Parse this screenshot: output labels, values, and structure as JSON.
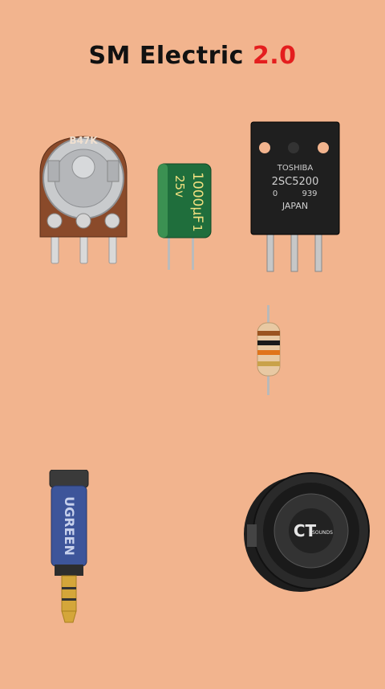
{
  "title": {
    "main": "SM Electric",
    "version": "2.0"
  },
  "components": {
    "potentiometer": {
      "label": "B47K"
    },
    "capacitor": {
      "value": "1000µF",
      "voltage": "25v",
      "mark": "1"
    },
    "transistor": {
      "brand": "TOSHIBA",
      "part": "2SC5200",
      "code1": "0",
      "code2": "939",
      "origin": "JAPAN"
    },
    "resistor": {},
    "audio_jack": {
      "brand": "UGREEN"
    },
    "subwoofer": {
      "logo": "CT",
      "sub": "SOUNDS"
    }
  }
}
